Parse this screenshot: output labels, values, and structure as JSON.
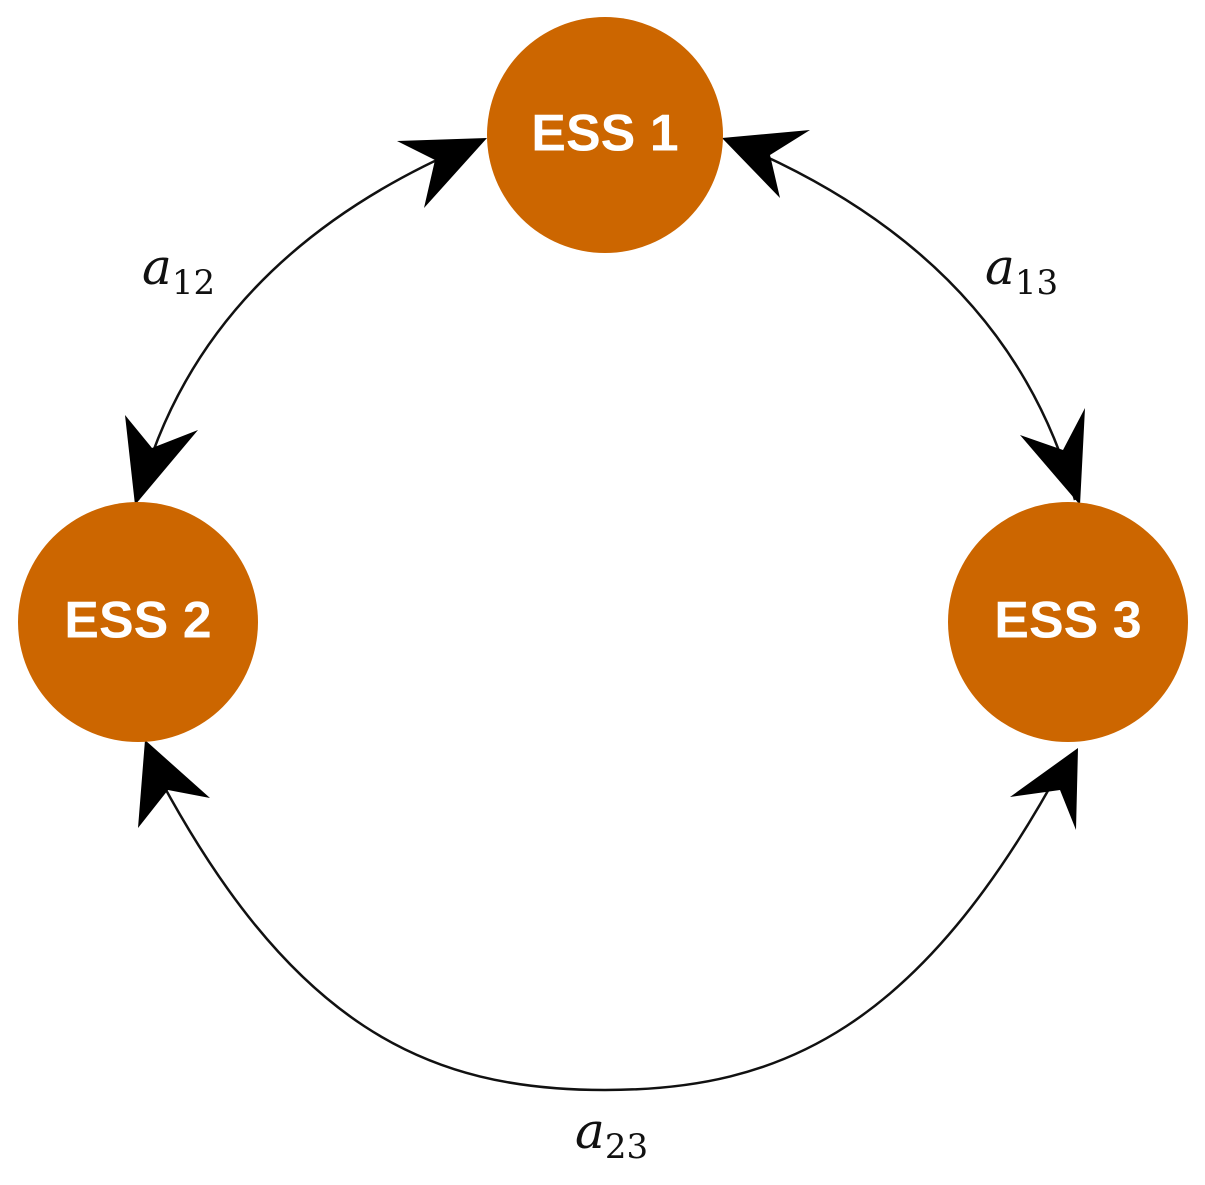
{
  "colors": {
    "node_fill": "#cc6600",
    "node_text": "#ffffff",
    "edge": "#111111",
    "arrow": "#000000"
  },
  "nodes": [
    {
      "id": "ess1",
      "label": "ESS 1"
    },
    {
      "id": "ess2",
      "label": "ESS 2"
    },
    {
      "id": "ess3",
      "label": "ESS 3"
    }
  ],
  "edges": [
    {
      "id": "a12",
      "from": "ess1",
      "to": "ess2",
      "label_main": "a",
      "label_sub": "12",
      "bidirectional": true
    },
    {
      "id": "a13",
      "from": "ess1",
      "to": "ess3",
      "label_main": "a",
      "label_sub": "13",
      "bidirectional": true
    },
    {
      "id": "a23",
      "from": "ess2",
      "to": "ess3",
      "label_main": "a",
      "label_sub": "23",
      "bidirectional": true
    }
  ]
}
